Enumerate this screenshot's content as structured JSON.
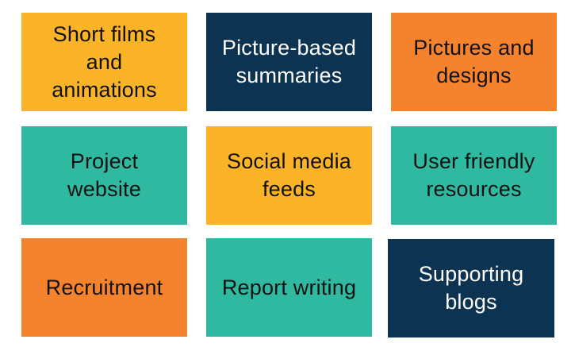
{
  "tiles": [
    {
      "label": "Short films\nand\nanimations",
      "color": "yellow",
      "hex": "#FBB428"
    },
    {
      "label": "Picture-based\nsummaries",
      "color": "navy",
      "hex": "#0C3452"
    },
    {
      "label": "Pictures and\ndesigns",
      "color": "orange",
      "hex": "#F5822D"
    },
    {
      "label": "Project\nwebsite",
      "color": "teal",
      "hex": "#2FB9A1"
    },
    {
      "label": "Social media\nfeeds",
      "color": "yellow",
      "hex": "#FBB428"
    },
    {
      "label": "User friendly\nresources",
      "color": "teal",
      "hex": "#2FB9A1"
    },
    {
      "label": "Recruitment",
      "color": "orange",
      "hex": "#F5822D"
    },
    {
      "label": "Report writing",
      "color": "teal",
      "hex": "#2FB9A1"
    },
    {
      "label": "Supporting\nblogs",
      "color": "navy",
      "hex": "#0C3452"
    }
  ]
}
